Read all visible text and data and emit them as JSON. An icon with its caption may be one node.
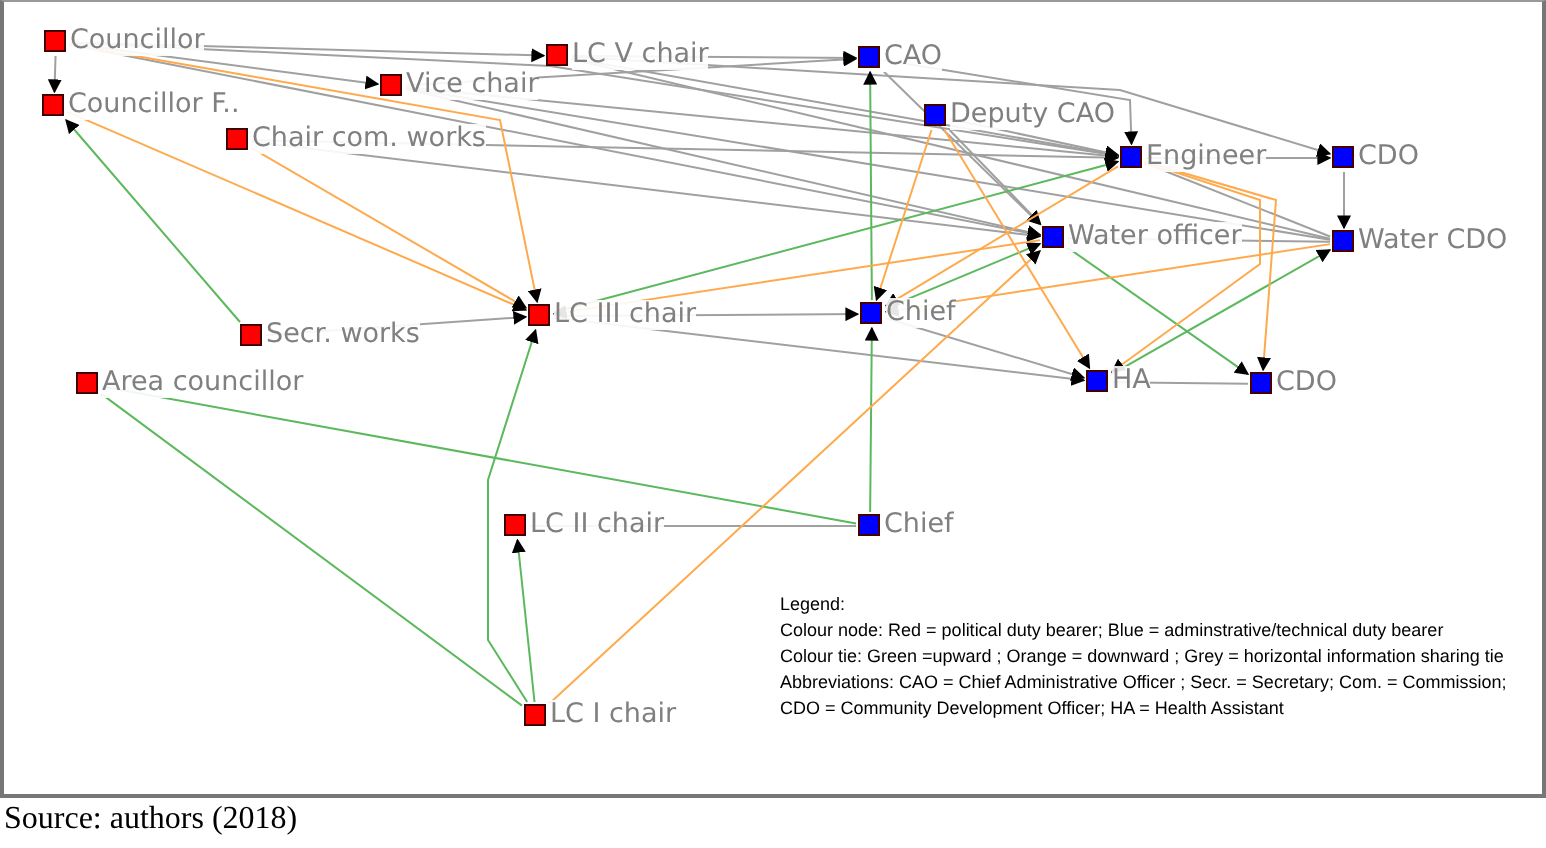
{
  "diagram": {
    "caption": "Source: authors (2018)",
    "nodes": [
      {
        "text": [
          "Councillor"
        ]
      },
      {
        "text": [
          "Councillor F.."
        ]
      },
      {
        "text": [
          "Vice chair"
        ]
      },
      {
        "text": [
          "LC V chair"
        ]
      },
      {
        "text": [
          "Chair com. works"
        ]
      },
      {
        "text": [
          "CAO"
        ]
      },
      {
        "text": [
          "Deputy CAO"
        ]
      },
      {
        "text": [
          "Engineer"
        ]
      },
      {
        "text": [
          "CDO"
        ]
      },
      {
        "text": [
          "Water officer"
        ]
      },
      {
        "text": [
          "Water CDO"
        ]
      },
      {
        "text": [
          "Secr. works"
        ]
      },
      {
        "text": [
          "LC III chair"
        ]
      },
      {
        "text": [
          "Chief"
        ]
      },
      {
        "text": [
          "Area councillor"
        ]
      },
      {
        "text": [
          "HA"
        ]
      },
      {
        "text": [
          "CDO"
        ]
      },
      {
        "text": [
          "LC II chair"
        ]
      },
      {
        "text": [
          "Chief"
        ]
      },
      {
        "text": [
          "LC I chair"
        ]
      }
    ],
    "edges": [
      {
        "from": 0,
        "to": 1,
        "arrow": "to"
      },
      {
        "from": 0,
        "to": 3,
        "arrow": "to"
      },
      {
        "from": 0,
        "to": 2,
        "arrow": "to"
      },
      {
        "from": 0,
        "to": 7,
        "arrow": "to"
      },
      {
        "from": 0,
        "to": 9,
        "arrow": "to"
      },
      {
        "from": 2,
        "to": 5,
        "arrow": "to"
      },
      {
        "from": 2,
        "to": 7,
        "arrow": "to"
      },
      {
        "from": 2,
        "to": 9,
        "arrow": "to"
      },
      {
        "from": 2,
        "to": 10,
        "arrow": "none"
      },
      {
        "from": 3,
        "to": 5,
        "arrow": "to"
      },
      {
        "from": 3,
        "to": 7,
        "arrow": "to"
      },
      {
        "from": 3,
        "to": 8,
        "arrow": "to"
      },
      {
        "from": 3,
        "to": 10,
        "arrow": "none"
      },
      {
        "from": 4,
        "to": 7,
        "arrow": "to"
      },
      {
        "from": 4,
        "to": 9,
        "arrow": "to"
      },
      {
        "from": 5,
        "to": 7,
        "arrow": "to"
      },
      {
        "from": 5,
        "to": 9,
        "arrow": "to"
      },
      {
        "from": 6,
        "to": 7,
        "arrow": "to"
      },
      {
        "from": 6,
        "to": 9,
        "arrow": "to"
      },
      {
        "from": 7,
        "to": 8,
        "arrow": "to"
      },
      {
        "from": 7,
        "to": 10,
        "arrow": "none"
      },
      {
        "from": 8,
        "to": 10,
        "arrow": "to"
      },
      {
        "from": 9,
        "to": 10,
        "arrow": "none"
      },
      {
        "from": 11,
        "to": 12,
        "arrow": "to"
      },
      {
        "from": 12,
        "to": 13,
        "arrow": "to"
      },
      {
        "from": 12,
        "to": 15,
        "arrow": "to"
      },
      {
        "from": 13,
        "to": 15,
        "arrow": "to"
      },
      {
        "from": 15,
        "to": 16,
        "arrow": "none"
      },
      {
        "from": 17,
        "to": 18,
        "arrow": "none"
      },
      {
        "from": 11,
        "to": 1,
        "arrow": "to",
        "color": "#5cb85c"
      },
      {
        "from": 19,
        "to": 12,
        "arrow": "to",
        "color": "#5cb85c"
      },
      {
        "from": 19,
        "to": 17,
        "arrow": "to",
        "color": "#5cb85c"
      },
      {
        "from": 19,
        "to": 14,
        "arrow": "none",
        "color": "#5cb85c"
      },
      {
        "from": 18,
        "to": 14,
        "arrow": "none",
        "color": "#5cb85c"
      },
      {
        "from": 18,
        "to": 13,
        "arrow": "to",
        "color": "#5cb85c"
      },
      {
        "from": 13,
        "to": 5,
        "arrow": "to",
        "color": "#5cb85c"
      },
      {
        "from": 12,
        "to": 7,
        "arrow": "to",
        "color": "#5cb85c"
      },
      {
        "from": 13,
        "to": 9,
        "arrow": "to",
        "color": "#5cb85c"
      },
      {
        "from": 15,
        "to": 10,
        "arrow": "to",
        "color": "#5cb85c"
      },
      {
        "from": 9,
        "to": 16,
        "arrow": "to",
        "color": "#5cb85c"
      },
      {
        "from": 0,
        "to": 12,
        "arrow": "to",
        "color": "#ffa94d"
      },
      {
        "from": 1,
        "to": 12,
        "arrow": "to",
        "color": "#ffa94d"
      },
      {
        "from": 4,
        "to": 12,
        "arrow": "to",
        "color": "#ffa94d"
      },
      {
        "from": 6,
        "to": 13,
        "arrow": "to",
        "color": "#ffa94d"
      },
      {
        "from": 6,
        "to": 15,
        "arrow": "to",
        "color": "#ffa94d"
      },
      {
        "from": 7,
        "to": 13,
        "arrow": "to",
        "color": "#ffa94d"
      },
      {
        "from": 7,
        "to": 15,
        "arrow": "to",
        "color": "#ffa94d"
      },
      {
        "from": 7,
        "to": 16,
        "arrow": "to",
        "color": "#ffa94d"
      },
      {
        "from": 10,
        "to": 13,
        "arrow": "to",
        "color": "#ffa94d"
      },
      {
        "from": 19,
        "to": 9,
        "arrow": "to",
        "color": "#ffa94d"
      },
      {
        "from": 9,
        "to": 12,
        "arrow": "to",
        "color": "#ffa94d"
      }
    ],
    "labels": [
      "Legend:",
      "Colour node: Red = political duty bearer; Blue = adminstrative/technical duty bearer",
      "Colour tie: Green =upward ; Orange = downward ; Grey = horizontal information sharing tie",
      "Abbreviations: CAO = Chief Administrative Officer ; Secr. = Secretary; Com. = Commission; CDO = Community Development Officer; HA = Health Assistant"
    ]
  }
}
